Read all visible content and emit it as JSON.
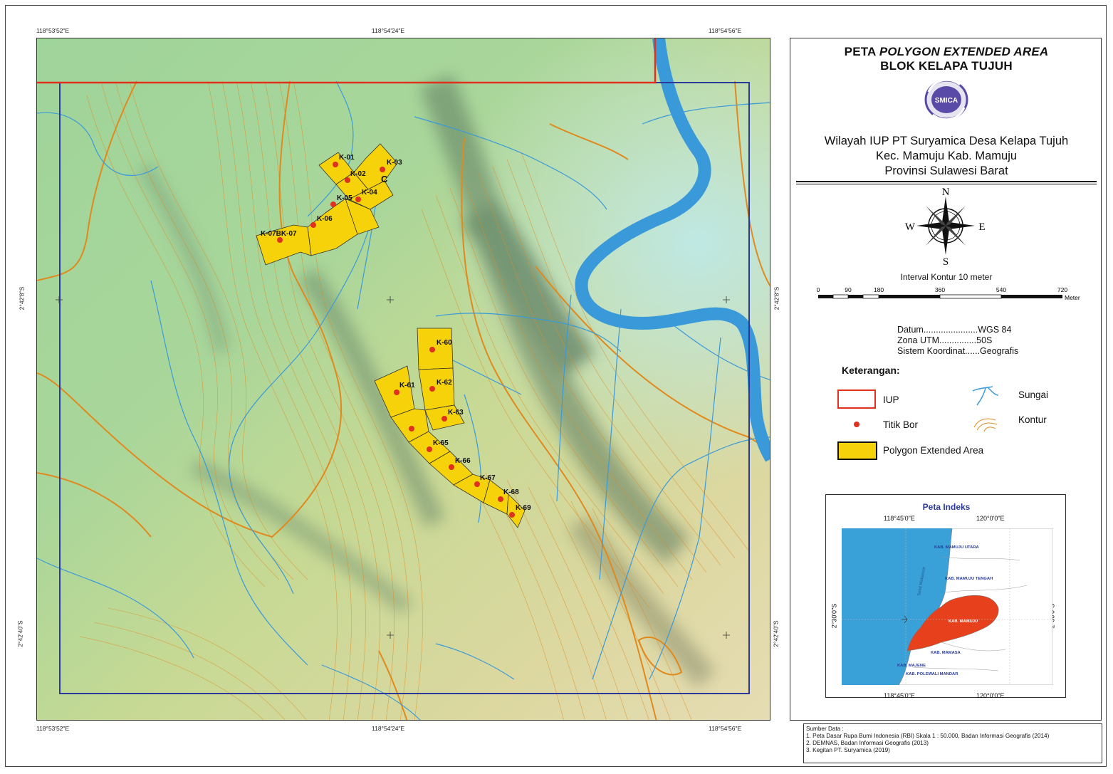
{
  "frame_coords": {
    "top": [
      "118°53'52\"E",
      "118°54'24\"E",
      "118°54'56\"E"
    ],
    "bottom": [
      "118°53'52\"E",
      "118°54'24\"E",
      "118°54'56\"E"
    ],
    "left": [
      "2°42'8\"S",
      "2°42'40\"S"
    ],
    "right": [
      "2°42'8\"S",
      "2°42'40\"S"
    ]
  },
  "title": {
    "line1_prefix": "PETA ",
    "line1_italic": "POLYGON EXTENDED AREA",
    "line2": "BLOK KELAPA TUJUH"
  },
  "logo_text": "SMICA",
  "subtitle": {
    "line1": "Wilayah IUP PT Suryamica Desa Kelapa Tujuh",
    "line2": "Kec. Mamuju Kab. Mamuju",
    "line3": "Provinsi Sulawesi Barat"
  },
  "compass": {
    "n": "N",
    "s": "S",
    "e": "E",
    "w": "W"
  },
  "interval_text": "Interval Kontur 10 meter",
  "scale": {
    "ticks": [
      "0",
      "90",
      "180",
      "360",
      "540",
      "720"
    ],
    "unit": "Meter"
  },
  "meta": {
    "datum": "Datum......................WGS 84",
    "zona": "Zona UTM...............50S",
    "sistem": "Sistem Koordinat......Geografis"
  },
  "legend": {
    "title": "Keterangan:",
    "iup": "IUP",
    "titik_bor": "Titik Bor",
    "polygon": "Polygon Extended Area",
    "sungai": "Sungai",
    "kontur": "Kontur"
  },
  "map_labels": {
    "k01": "K-01",
    "k02": "K-02",
    "k03": "K-03",
    "k04": "K-04",
    "k05": "K-05",
    "k06": "K-06",
    "k07": "K-07BK-07",
    "c": "C",
    "k60": "K-60",
    "k61": "K-61",
    "k62": "K-62",
    "k63": "K-63",
    "k65": "K-65",
    "k66": "K-66",
    "k67": "K-67",
    "k68": "K-68",
    "k69": "K-69"
  },
  "index_map": {
    "title": "Peta Indeks",
    "lon_left": "118°45'0\"E",
    "lon_right": "120°0'0\"E",
    "lat": "2°30'0\"S",
    "regions": {
      "utara": "KAB. MAMUJU UTARA",
      "tengah": "KAB. MAMUJU TENGAH",
      "mamuju": "KAB. MAMUJU",
      "mamasa": "KAB. MAMASA",
      "majene": "KAB. MAJENE",
      "polewali": "KAB. POLEWALI MANDAR"
    },
    "sea": "Selat Makassar"
  },
  "sources": {
    "title": "Sumber Data :",
    "s1": "1. Peta Dasar Rupa Bumi Indonesia (RBI) Skala 1 : 50.000, Badan Informasi Geografis (2014)",
    "s2": "2. DEMNAS, Badan Informasi Geografis (2013)",
    "s3": "3. Kegitan PT. Suryamica (2019)"
  },
  "colors": {
    "iup": "#e0301e",
    "polygon": "#f5d20a",
    "river": "#3a9ad9",
    "contour": "#e08a1e",
    "frame_blue": "#2b3a9a",
    "sea": "#3aa0d8",
    "mamuju": "#e6401c"
  }
}
